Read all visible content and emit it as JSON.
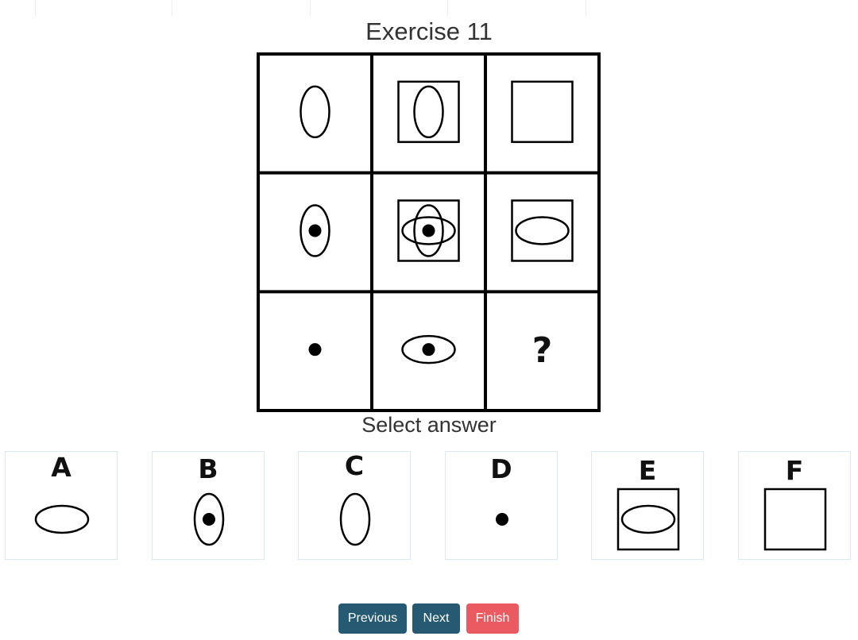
{
  "exercise": {
    "title": "Exercise 11"
  },
  "matrix": {
    "rows": [
      [
        {
          "shapes": [
            "tall-ellipse"
          ]
        },
        {
          "shapes": [
            "square",
            "tall-ellipse"
          ]
        },
        {
          "shapes": [
            "square"
          ]
        }
      ],
      [
        {
          "shapes": [
            "tall-ellipse",
            "dot"
          ]
        },
        {
          "shapes": [
            "square",
            "tall-ellipse",
            "wide-ellipse",
            "dot"
          ]
        },
        {
          "shapes": [
            "square",
            "wide-ellipse"
          ]
        }
      ],
      [
        {
          "shapes": [
            "dot"
          ]
        },
        {
          "shapes": [
            "wide-ellipse",
            "dot"
          ]
        },
        {
          "question": "?"
        }
      ]
    ]
  },
  "select_label": "Select answer",
  "options": [
    {
      "letter": "A",
      "shapes": [
        "wide-ellipse"
      ]
    },
    {
      "letter": "B",
      "shapes": [
        "tall-ellipse",
        "dot"
      ]
    },
    {
      "letter": "C",
      "shapes": [
        "tall-ellipse"
      ]
    },
    {
      "letter": "D",
      "shapes": [
        "dot"
      ]
    },
    {
      "letter": "E",
      "shapes": [
        "square",
        "wide-ellipse"
      ]
    },
    {
      "letter": "F",
      "shapes": [
        "square"
      ]
    }
  ],
  "buttons": {
    "previous": "Previous",
    "next": "Next",
    "finish": "Finish"
  },
  "colors": {
    "primary": "#255a72",
    "danger": "#ea5a61"
  }
}
